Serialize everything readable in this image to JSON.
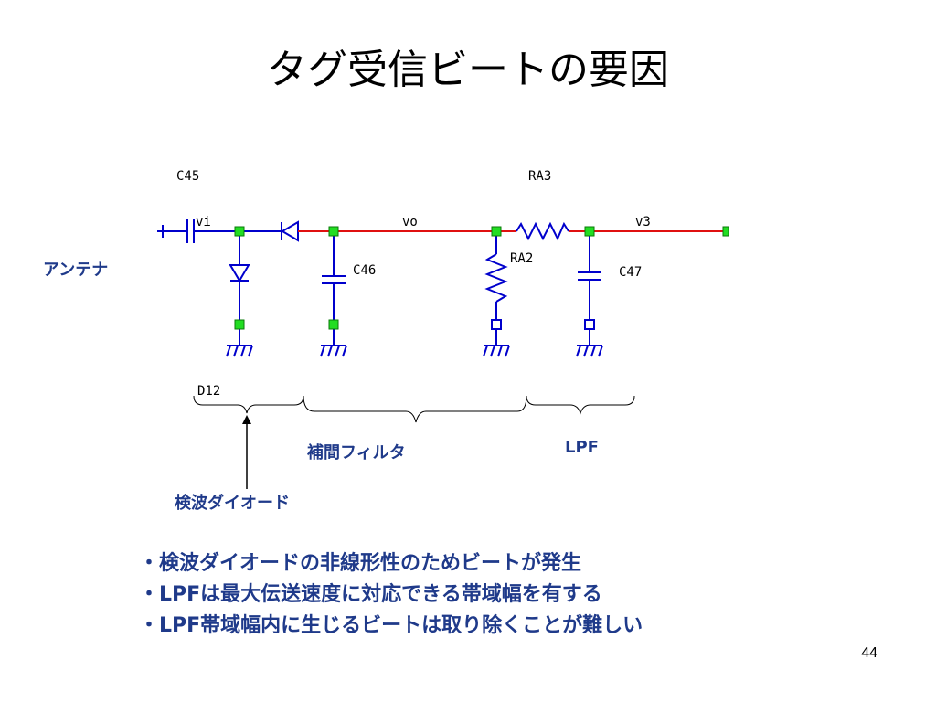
{
  "slide": {
    "title": "タグ受信ビートの要因",
    "page_number": "44"
  },
  "circuit": {
    "labels": {
      "c45": "C45",
      "vi": "vi",
      "vo": "vo",
      "ra3": "RA3",
      "v3": "v3",
      "c46": "C46",
      "ra2": "RA2",
      "c47": "C47",
      "d12": "D12"
    },
    "wire_color": "#e01010",
    "node_color": "#22dd22",
    "component_color": "#0000cc"
  },
  "annotations": {
    "antenna": "アンテナ",
    "interp_filter": "補間フィルタ",
    "lpf": "LPF",
    "detector_diode": "検波ダイオード",
    "label_color": "#1f3a8a"
  },
  "bullets": [
    "・検波ダイオードの非線形性のためビートが発生",
    "・LPFは最大伝送速度に対応できる帯域幅を有する",
    "・LPF帯域幅内に生じるビートは取り除くことが難しい"
  ]
}
